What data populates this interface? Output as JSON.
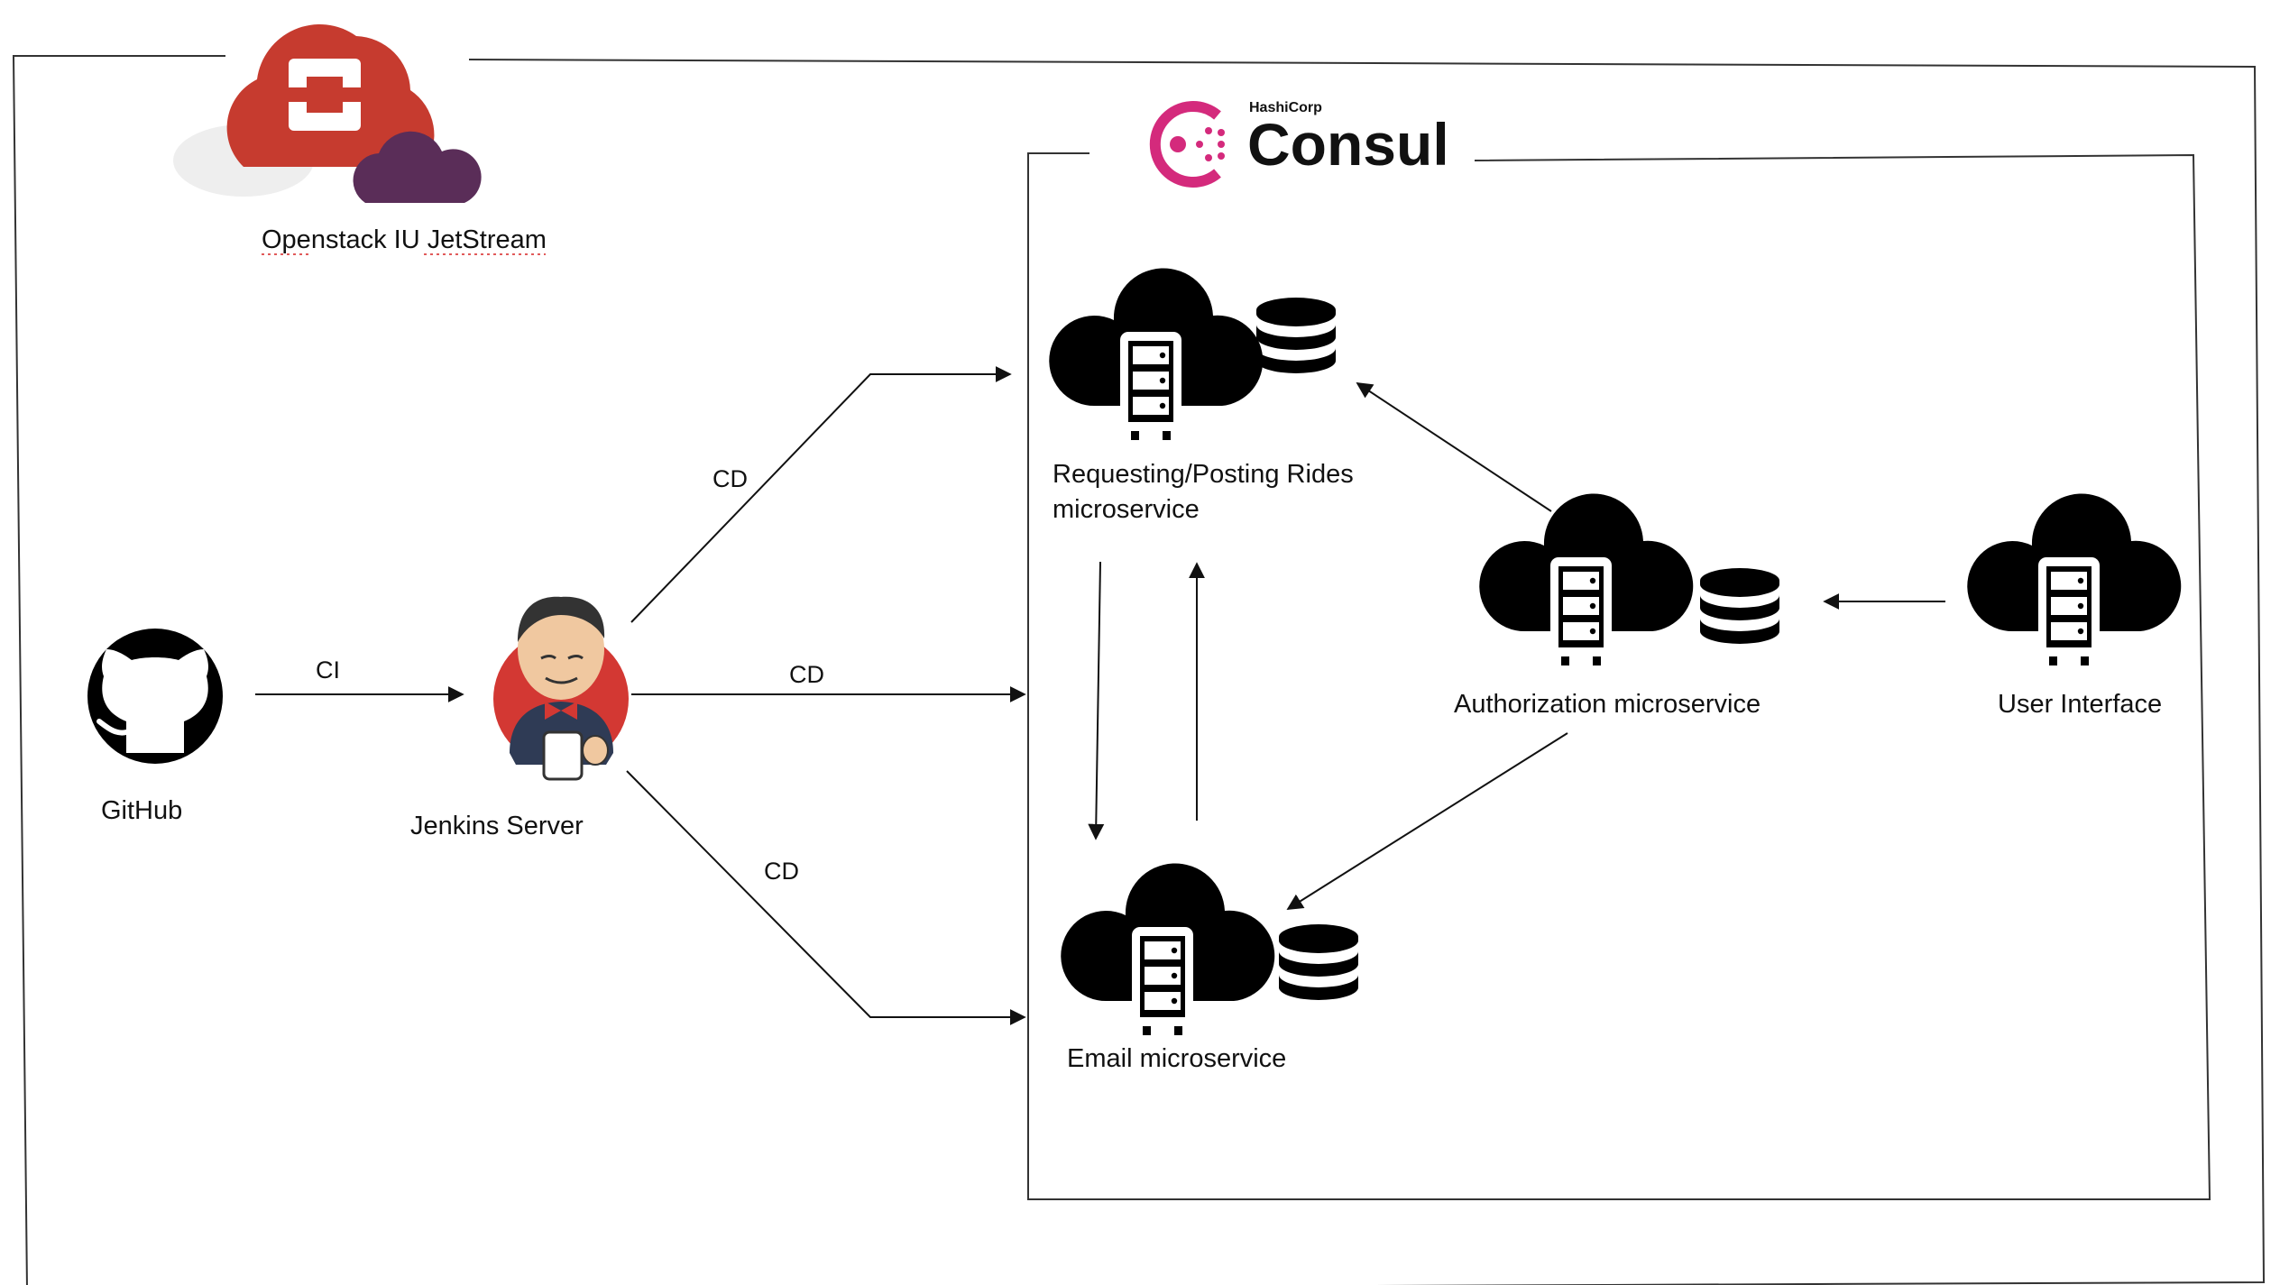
{
  "title": "",
  "cloud_provider": {
    "label": "Openstack IU JetStream",
    "icon": "openstack-cloud-icon",
    "colors": {
      "main_cloud": "#c63b2f",
      "small_cloud": "#5a2d58",
      "shadow_cloud": "#eeeeee"
    }
  },
  "consul": {
    "brand_small": "HashiCorp",
    "brand_name": "Consul",
    "icon": "consul-logo-icon",
    "color": "#d42a7c"
  },
  "nodes": {
    "github": {
      "label": "GitHub",
      "icon": "github-icon"
    },
    "jenkins": {
      "label": "Jenkins Server",
      "icon": "jenkins-icon"
    },
    "rides": {
      "label_line1": "Requesting/Posting Rides",
      "label_line2": "microservice",
      "icon": "cloud-server-icon",
      "db_icon": "database-icon"
    },
    "email": {
      "label": "Email microservice",
      "icon": "cloud-server-icon",
      "db_icon": "database-icon"
    },
    "auth": {
      "label": "Authorization microservice",
      "icon": "cloud-server-icon",
      "db_icon": "database-icon"
    },
    "ui": {
      "label": "User Interface",
      "icon": "cloud-server-icon"
    }
  },
  "edges": {
    "ci": "CI",
    "cd_top": "CD",
    "cd_middle": "CD",
    "cd_bottom": "CD"
  }
}
